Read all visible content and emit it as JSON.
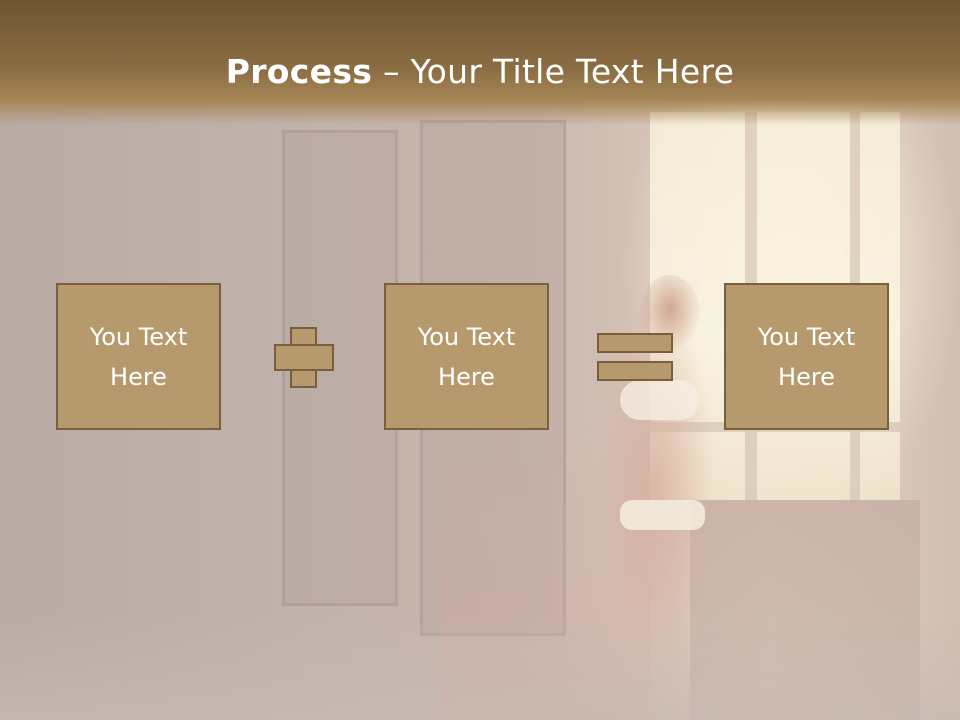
{
  "slide": {
    "title_bold": "Process",
    "title_rest": " – Your Title Text Here",
    "boxes": [
      {
        "text": "You Text\nHere"
      },
      {
        "text": "You Text\nHere"
      },
      {
        "text": "You Text\nHere"
      }
    ],
    "operators": [
      "plus-icon",
      "equals-icon"
    ],
    "colors": {
      "header": "#8b6d43",
      "box_fill": "#b69a6d",
      "box_border": "#7a5f3a",
      "text": "#ffffff"
    }
  }
}
